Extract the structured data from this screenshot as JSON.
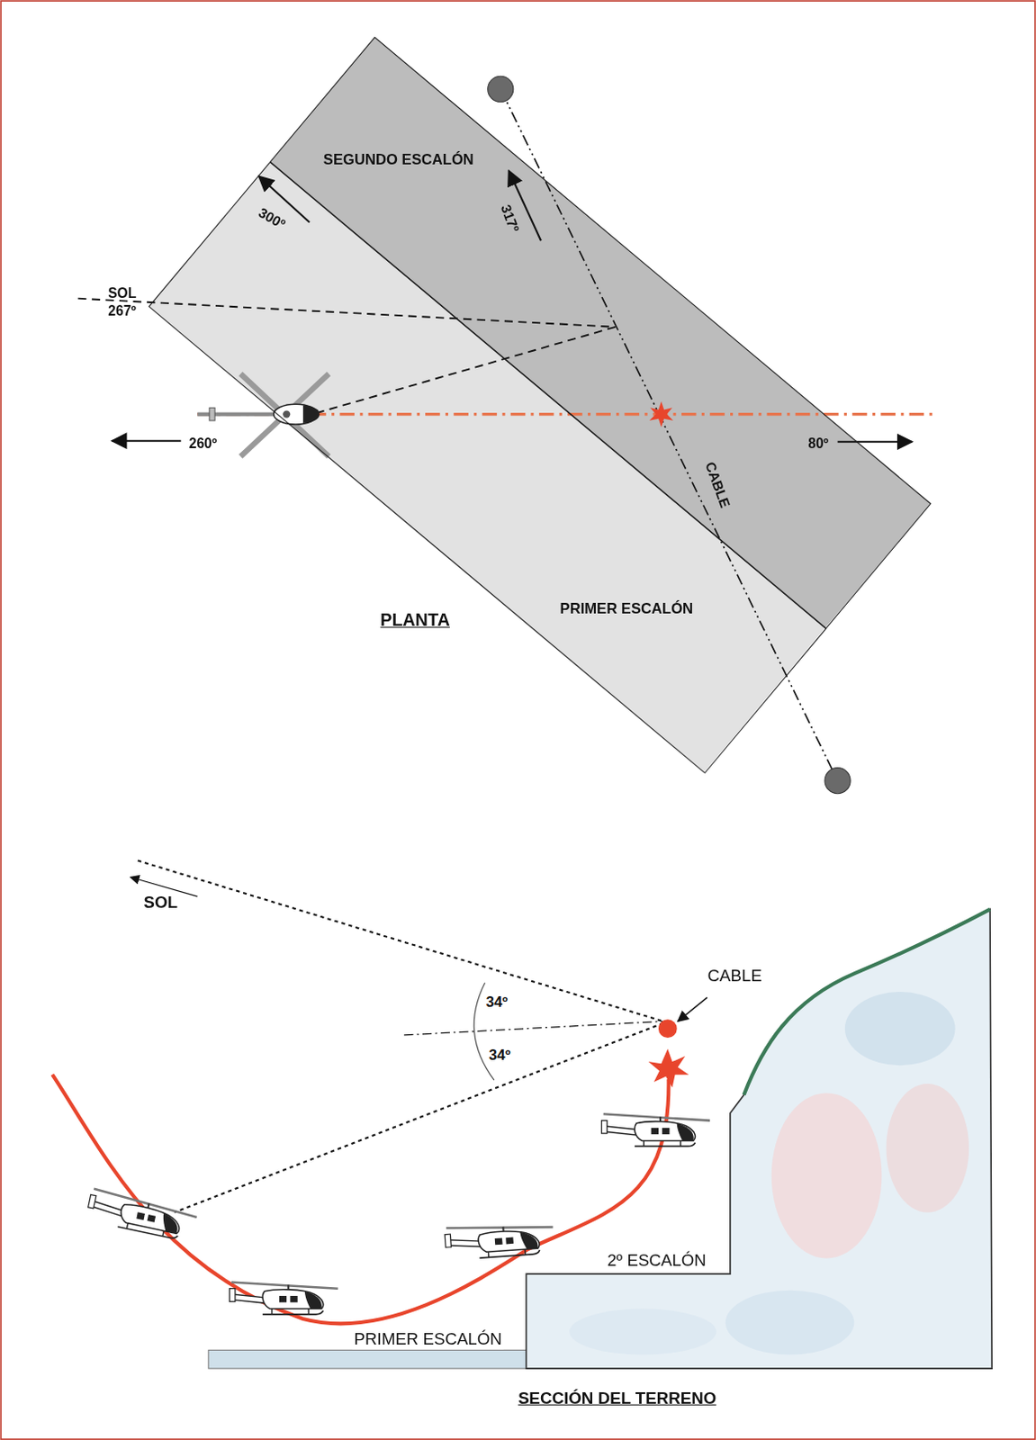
{
  "diagram": {
    "nodes": [
      {
        "text": [
          "SEGUNDO ESCALÓN"
        ]
      },
      {
        "text": [
          "PRIMER ESCALÓN"
        ]
      }
    ],
    "labels": [
      "SOL",
      "267º",
      "300º",
      "317º",
      "260º",
      "80º",
      "CABLE",
      "PLANTA",
      "SOL",
      "34º",
      "34º",
      "CABLE",
      "2º ESCALÓN",
      "PRIMER ESCALÓN",
      "SECCIÓN DEL TERRENO"
    ]
  }
}
